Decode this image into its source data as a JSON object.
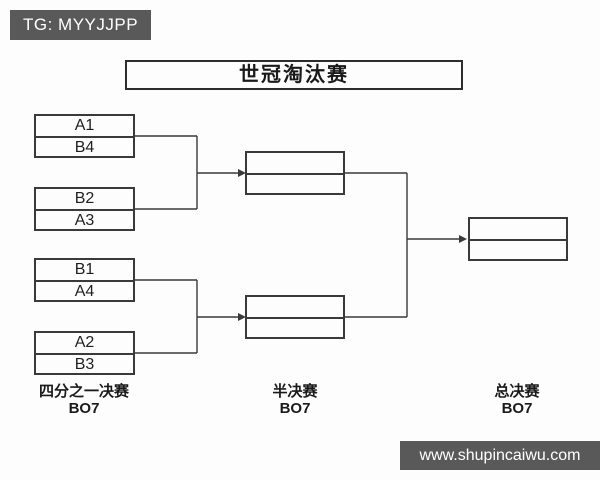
{
  "badge": {
    "label": "TG: MYYJJPP"
  },
  "title": "世冠淘汰赛",
  "bracket": {
    "quarterfinals": [
      {
        "top": "A1",
        "bottom": "B4"
      },
      {
        "top": "B2",
        "bottom": "A3"
      },
      {
        "top": "B1",
        "bottom": "A4"
      },
      {
        "top": "A2",
        "bottom": "B3"
      }
    ],
    "semifinals": [
      {
        "top": "",
        "bottom": ""
      },
      {
        "top": "",
        "bottom": ""
      }
    ],
    "final": {
      "top": "",
      "bottom": ""
    }
  },
  "rounds": [
    {
      "name": "四分之一决赛",
      "format": "BO7"
    },
    {
      "name": "半决赛",
      "format": "BO7"
    },
    {
      "name": "总决赛",
      "format": "BO7"
    }
  ],
  "footer": {
    "label": "www.shupincaiwu.com"
  },
  "colors": {
    "line": "#3a3a3a",
    "badge_background": "#595959",
    "background": "#fdfdfd"
  }
}
